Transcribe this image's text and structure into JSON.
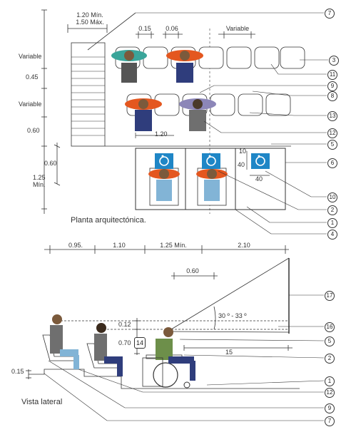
{
  "plan": {
    "title": "Planta arquitectónica.",
    "dims": {
      "aisle_min": "1.20 Mín.",
      "aisle_max": "1.50 Máx.",
      "seat_gap_a": "0.15",
      "seat_gap_b": "0.06",
      "variable_top": "Variable",
      "variable_left_1": "Variable",
      "dim_045": "0.45",
      "variable_left_2": "Variable",
      "dim_060_a": "0.60",
      "dim_060_b": "0.60",
      "dim_125_min": "1.25",
      "dim_125_min_suffix": "Mín.",
      "dim_120": "1.20",
      "dim_10": "10",
      "dim_40_v": "40",
      "dim_40_h": "40"
    },
    "callouts": [
      "7",
      "3",
      "11",
      "9",
      "8",
      "13",
      "12",
      "5",
      "6",
      "10",
      "2",
      "1",
      "4"
    ]
  },
  "section": {
    "title": "Vista lateral",
    "dims": {
      "d095": "0.95.",
      "d110": "1.10",
      "d125": "1.25 Mín.",
      "d210": "2.10",
      "d060": "0.60",
      "angle": "30 º - 33 º",
      "d012": "0.12",
      "d070": "0.70",
      "d015": "0.15",
      "d15": "15"
    },
    "callouts": [
      "17",
      "16",
      "5",
      "2",
      "1",
      "12",
      "9",
      "7"
    ],
    "inline_callout": "14"
  },
  "colors": {
    "line": "#333333",
    "accessible_blue": "#1f86c6",
    "shirt_orange": "#e4571f",
    "shirt_teal": "#3aa59a",
    "shirt_lavender": "#8c86b8",
    "pants_navy": "#2f3d7c",
    "pants_grey": "#6f6f6f",
    "pants_light_blue": "#82b4d6",
    "seat_grey": "#d9d9d9"
  },
  "icons": [
    "wheelchair-icon"
  ]
}
